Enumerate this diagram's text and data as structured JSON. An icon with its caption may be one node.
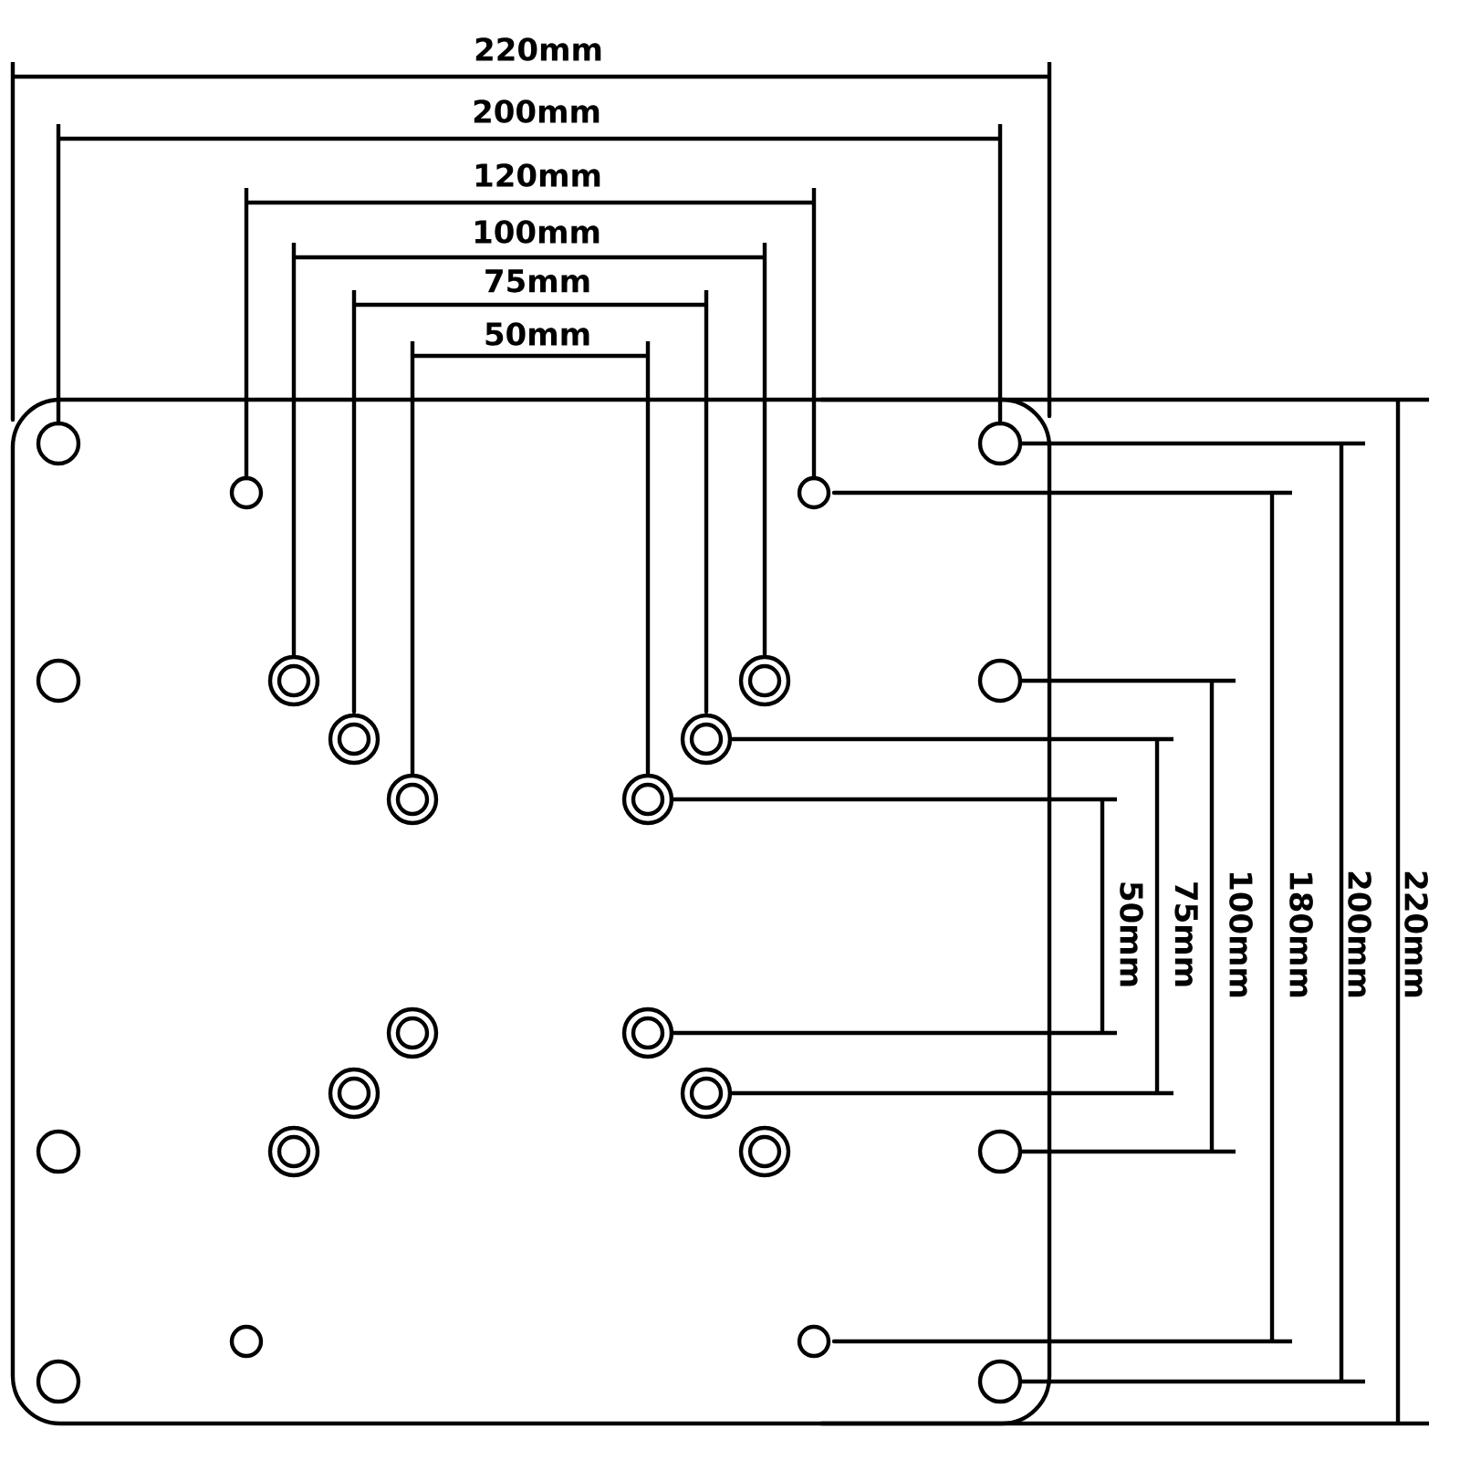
{
  "diagram": {
    "labels": [
      "220mm",
      "200mm",
      "120mm",
      "100mm",
      "75mm",
      "50mm",
      "50mm",
      "75mm",
      "100mm",
      "180mm",
      "200mm",
      "220mm"
    ]
  }
}
